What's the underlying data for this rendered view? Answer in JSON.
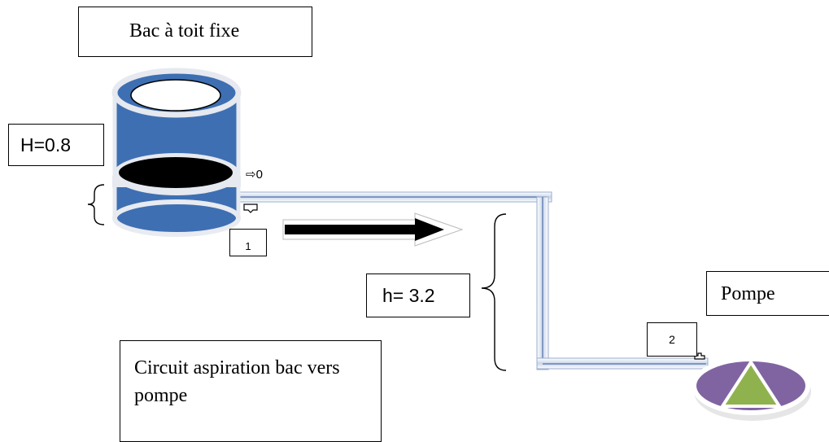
{
  "title": "Bac à toit fixe",
  "tank_height_label": "H=0.8",
  "point_0_label": "⇨0",
  "point_1_label": "1",
  "elevation_label": "h= 3.2",
  "pump_label": "Pompe",
  "point_2_label": "2",
  "caption": "Circuit aspiration bac vers pompe",
  "colors": {
    "tank_blue": "#4a7ebb",
    "tank_band": "#e6e9ef",
    "pipe": "#c5d4e8",
    "pipe_edge": "#4f6fa8",
    "pump_purple": "#8064a2",
    "pump_green": "#8fb24f",
    "arrow": "#000000"
  }
}
